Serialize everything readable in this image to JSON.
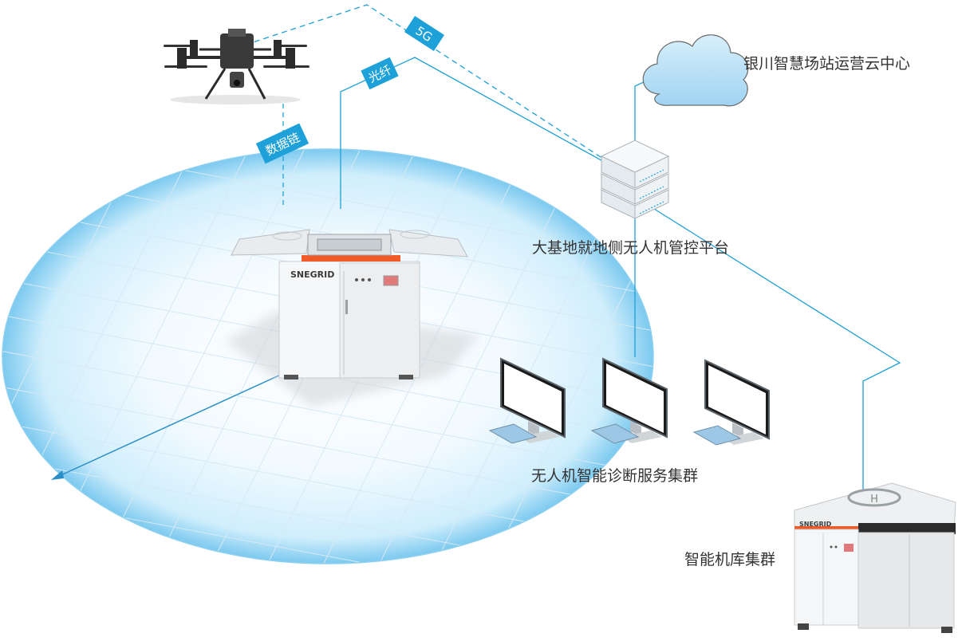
{
  "labels": {
    "cloud_center": "银川智慧场站运营云中心",
    "control_platform": "大基地就地侧无人机管控平台",
    "diagnosis_cluster": "无人机智能诊断服务集群",
    "hangar_cluster": "智能机库集群"
  },
  "link_tags": {
    "five_g": "5G",
    "fiber": "光纤",
    "data_link": "数据链"
  },
  "brand": {
    "logo_text": "SNEGRID"
  },
  "colors": {
    "link_line": "#1ea0d8",
    "tag_fill": "#1ea0d8",
    "tag_text": "#ffffff",
    "grid_line": "#d8ecf7",
    "coverage_edge": "#8fd0f0",
    "accent_orange": "#f05a28",
    "cloud_fill": "#bfe3f7"
  }
}
